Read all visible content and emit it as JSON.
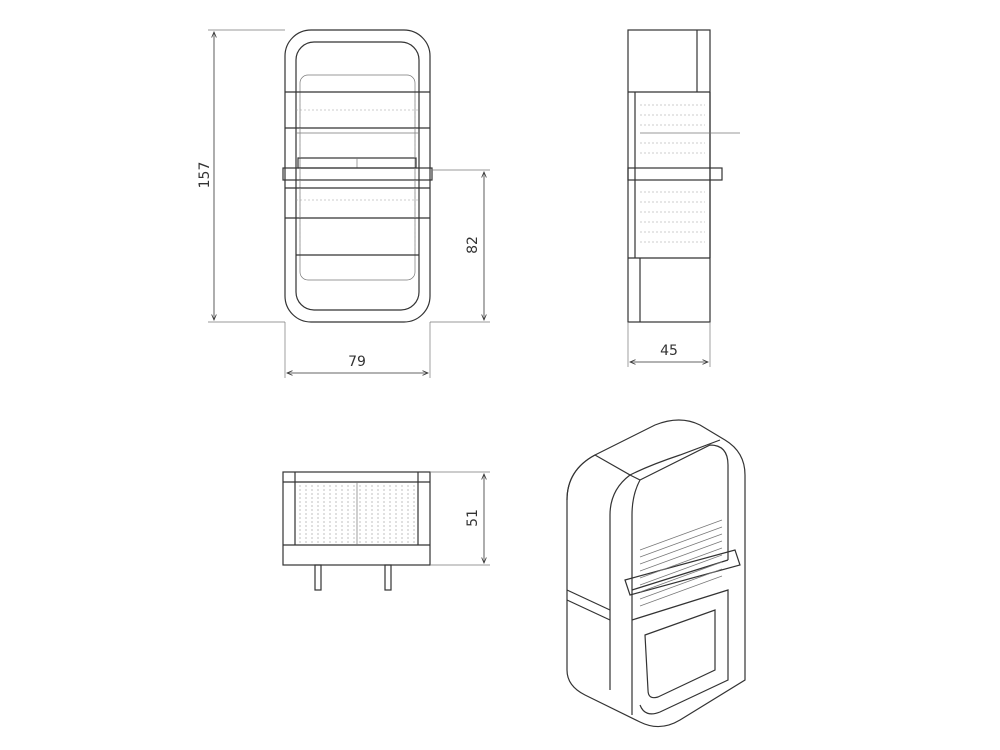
{
  "dimensions": {
    "height_total": "157",
    "height_lower": "82",
    "width_front": "79",
    "depth_side": "45",
    "depth_top": "51"
  },
  "colors": {
    "line": "#333333",
    "background": "#ffffff"
  }
}
